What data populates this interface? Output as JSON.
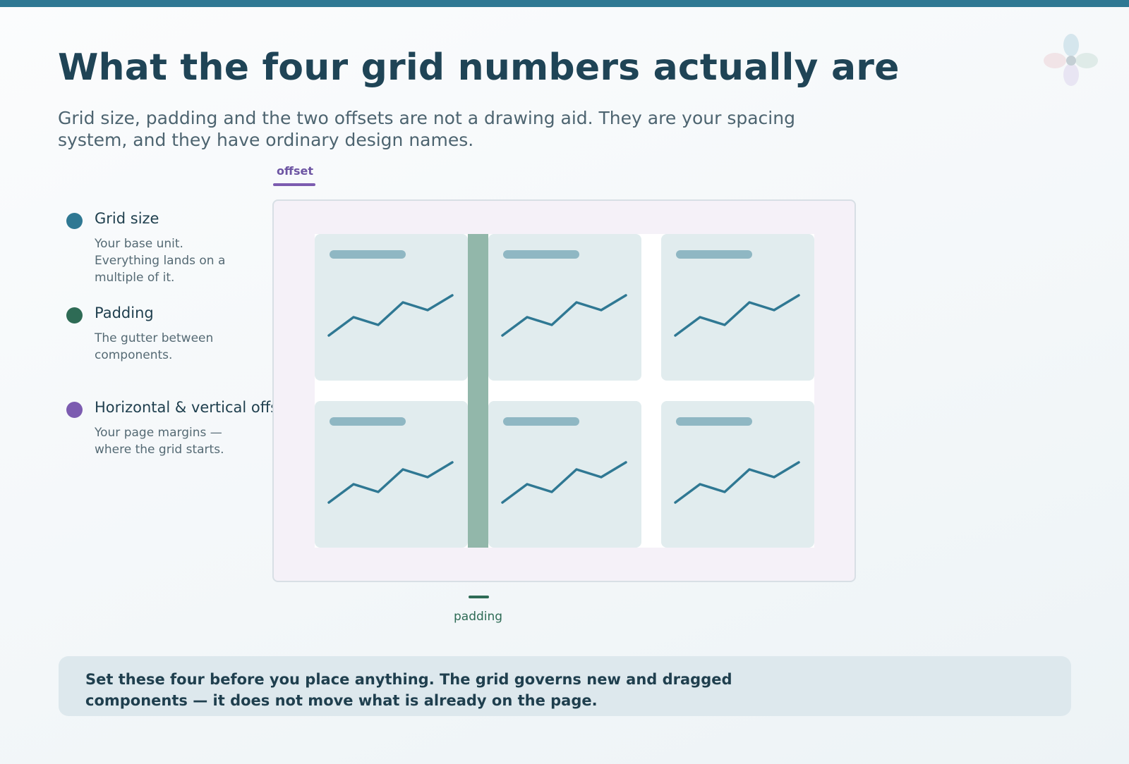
{
  "title": "What the four grid numbers actually are",
  "subtitle": "Grid size, padding and the two offsets are not a drawing aid. They are your spacing system, and they have ordinary design names.",
  "colors": {
    "top_bar": "#2f7893",
    "grid_size": "#2f7893",
    "padding": "#2e6b55",
    "offset": "#7c5cb0",
    "gutter_strip": "#92b7aa",
    "card": "#e1ecee",
    "line": "#2f7893"
  },
  "legend": [
    {
      "title": "Grid size",
      "description": "Your base unit. Everything lands on a multiple of it.",
      "color": "#2f7893"
    },
    {
      "title": "Padding",
      "description": "The gutter between components.",
      "color": "#2e6b55"
    },
    {
      "title": "Horizontal & vertical offset",
      "description": "Your page margins — where the grid starts.",
      "color": "#7c5cb0"
    }
  ],
  "diagram": {
    "offset_label": "offset",
    "padding_label": "padding",
    "cards": {
      "rows": 2,
      "columns": 3,
      "icon": "line-chart-icon"
    }
  },
  "note": "Set these four before you place anything. The grid governs new and dragged components — it does not move what is already on the page.",
  "logo": {
    "icon": "four-petal-flower-logo"
  }
}
